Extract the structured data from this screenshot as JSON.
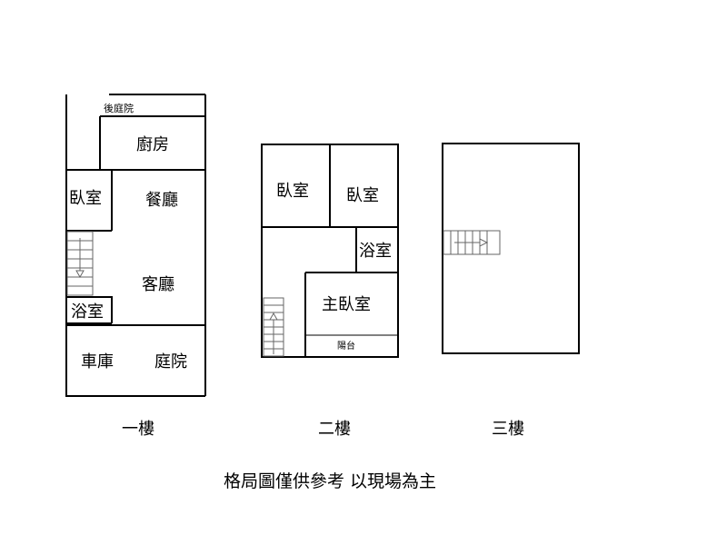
{
  "floors": [
    {
      "title": "一樓",
      "rooms": {
        "backyard": "後庭院",
        "kitchen": "廚房",
        "bedroom": "臥室",
        "dining": "餐廳",
        "living": "客廳",
        "bathroom": "浴室",
        "garage": "車庫",
        "courtyard": "庭院"
      }
    },
    {
      "title": "二樓",
      "rooms": {
        "bedroom_left": "臥室",
        "bedroom_right": "臥室",
        "bathroom": "浴室",
        "master_bedroom": "主臥室",
        "balcony": "陽台"
      }
    },
    {
      "title": "三樓",
      "rooms": {}
    }
  ],
  "note": "格局圖僅供參考 以現場為主"
}
